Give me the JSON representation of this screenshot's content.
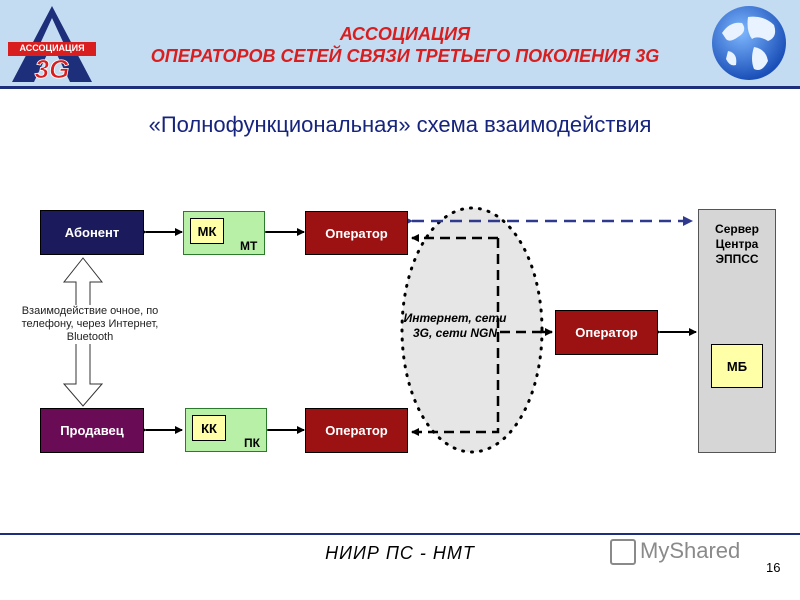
{
  "header": {
    "logo_text": "АССОЦИАЦИЯ",
    "logo_mark": "3G",
    "title_line1": "АССОЦИАЦИЯ",
    "title_line2": "ОПЕРАТОРОВ СЕТЕЙ СВЯЗИ ТРЕТЬЕГО ПОКОЛЕНИЯ 3G"
  },
  "subtitle": "«Полнофункциональная» схема взаимодействия",
  "diagram": {
    "subscriber": "Абонент",
    "seller": "Продавец",
    "mk": "МК",
    "mt": "МТ",
    "kk": "КК",
    "pk": "ПК",
    "operator_top": "Оператор",
    "operator_bottom": "Оператор",
    "operator_middle": "Оператор",
    "cloud_label": "Интернет, сети 3G, сети NGN",
    "interaction_note": "Взаимодействие очное, по телефону, через Интернет, Bluetooth",
    "server_label": "Сервер Центра ЭППСС",
    "mb": "МБ",
    "colors": {
      "navy": "#1b1a5c",
      "operator_red": "#9c1212",
      "seller_purple": "#6a0b56",
      "terminal_green": "#b8f0a8",
      "chip_yellow": "#ffffa8",
      "server_gray": "#d6d6d6",
      "dashed_link": "#2f3a8f"
    }
  },
  "footer": {
    "text": "НИИР ПС - НМТ",
    "watermark": "MyShared",
    "page_number": "16"
  }
}
